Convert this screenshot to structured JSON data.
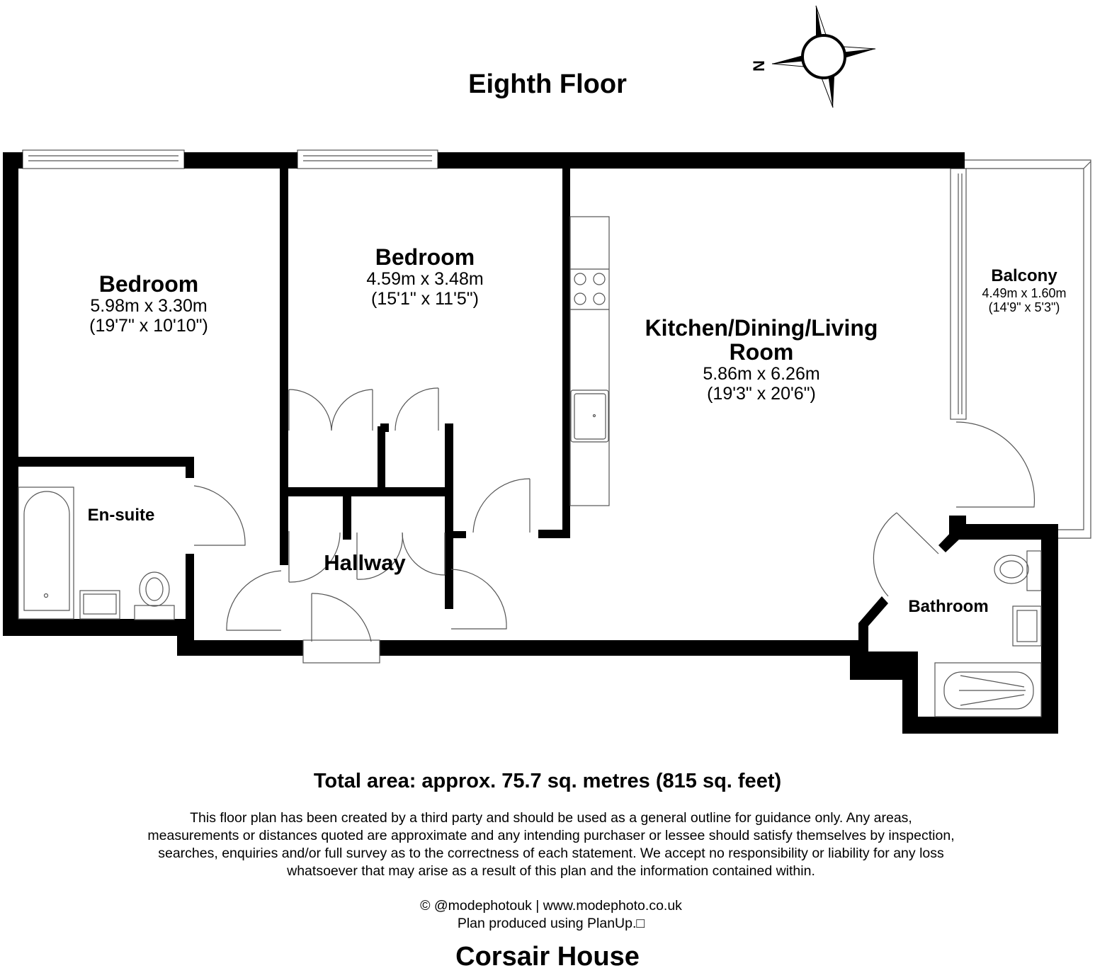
{
  "plan": {
    "floor_title": "Eighth Floor",
    "compass": {
      "label": "N",
      "icon": "compass-rose-icon"
    },
    "building_name": "Corsair House"
  },
  "rooms": {
    "bedroom1": {
      "name": "Bedroom",
      "metric": "5.98m x 3.30m",
      "imperial": "(19'7\" x 10'10\")"
    },
    "bedroom2": {
      "name": "Bedroom",
      "metric": "4.59m x 3.48m",
      "imperial": "(15'1\" x 11'5\")"
    },
    "kitchen": {
      "name_line1": "Kitchen/Dining/Living",
      "name_line2": "Room",
      "metric": "5.86m x 6.26m",
      "imperial": "(19'3\" x 20'6\")"
    },
    "balcony": {
      "name": "Balcony",
      "metric": "4.49m x 1.60m",
      "imperial": "(14'9\" x 5'3\")"
    },
    "ensuite": {
      "name": "En-suite"
    },
    "hallway": {
      "name": "Hallway"
    },
    "bathroom": {
      "name": "Bathroom"
    }
  },
  "footer": {
    "total_area": "Total area: approx. 75.7 sq. metres (815 sq. feet)",
    "disclaimer": [
      "This floor plan has been created by a third party and should be used as a general outline for guidance only. Any areas,",
      "measurements or distances quoted are approximate and any intending purchaser or lessee should satisfy themselves by inspection,",
      "searches, enquiries and/or full survey as to the correctness of each statement. We accept no responsibility or liability for any loss",
      "whatsoever that may arise as a result of this plan and the information contained within."
    ],
    "credit_line1": "© @modephotouk | www.modephoto.co.uk",
    "credit_line2": "Plan produced using PlanUp.□"
  }
}
